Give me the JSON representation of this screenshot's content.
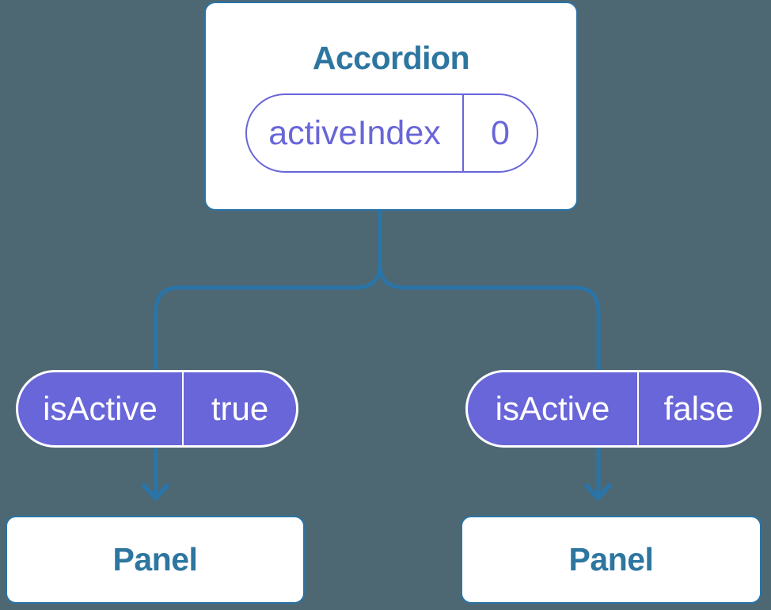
{
  "diagram": {
    "background_color": "#4d6873",
    "connector_color": "#2a74a8",
    "node_text_color": "#2d76a0",
    "accent_purple": "#6966d9",
    "node_fill": "#ffffff"
  },
  "tree": {
    "root": {
      "title": "Accordion",
      "state_pill": {
        "name": "activeIndex",
        "value": "0"
      }
    },
    "children": [
      {
        "prop_pill": {
          "name": "isActive",
          "value": "true"
        },
        "title": "Panel"
      },
      {
        "prop_pill": {
          "name": "isActive",
          "value": "false"
        },
        "title": "Panel"
      }
    ]
  }
}
